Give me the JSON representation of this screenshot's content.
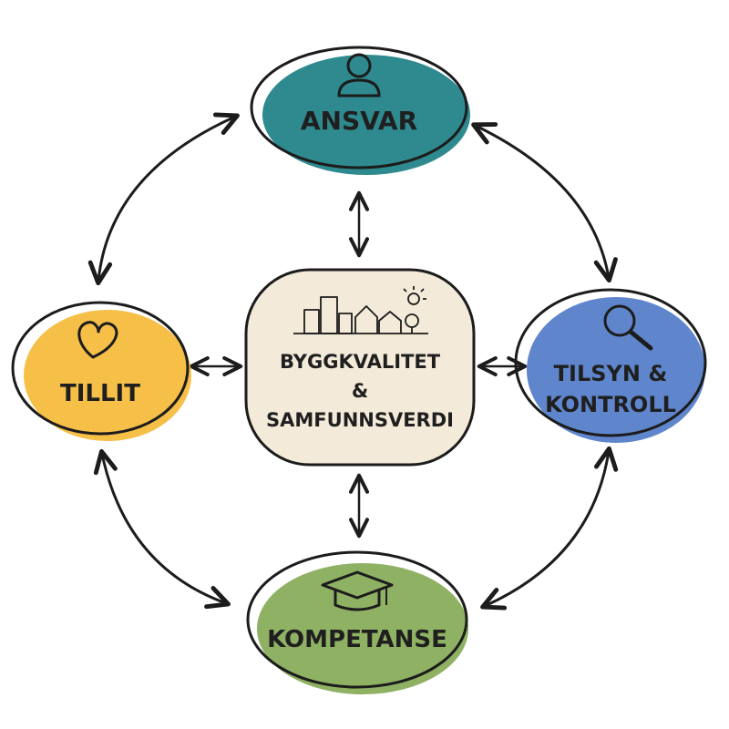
{
  "diagram": {
    "center": {
      "lines": [
        "BYGGKVALITET",
        "&",
        "SAMFUNNSVERDI"
      ],
      "icon": "city-skyline-icon",
      "fill": "#f3ead9"
    },
    "nodes": {
      "top": {
        "label": "ANSVAR",
        "icon": "person-icon",
        "fill": "#2f8a8f"
      },
      "left": {
        "label": "TILLIT",
        "icon": "heart-icon",
        "fill": "#f6bf48"
      },
      "right": {
        "lines": [
          "TILSYN &",
          "KONTROLL"
        ],
        "icon": "magnifier-icon",
        "fill": "#5f86cc"
      },
      "bottom": {
        "label": "KOMPETANSE",
        "icon": "graduation-cap-icon",
        "fill": "#8fb163"
      }
    },
    "connections": [
      "Ansvar-Tillit",
      "Ansvar-Tilsyn & Kontroll",
      "Tillit-Kompetanse",
      "Tilsyn & Kontroll-Kompetanse",
      "Ansvar-Byggkvalitet",
      "Tillit-Byggkvalitet",
      "Tilsyn & Kontroll-Byggkvalitet",
      "Kompetanse-Byggkvalitet"
    ]
  }
}
